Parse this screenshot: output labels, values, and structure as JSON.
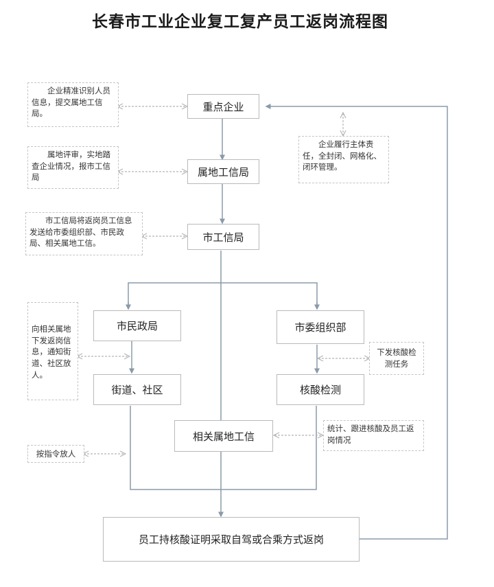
{
  "title": "长春市工业企业复工复产员工返岗流程图",
  "boxes": {
    "key_enterprise": "重点企业",
    "local_miit": "属地工信局",
    "city_miit": "市工信局",
    "civil_affairs": "市民政局",
    "org_dept": "市委组织部",
    "street_community": "街道、社区",
    "nucleic_test": "核酸检测",
    "related_miit": "相关属地工信",
    "return_final": "员工持核酸证明采取自驾或合乘方式返岗"
  },
  "notes": {
    "identify": "企业精准识别人员信息，提交属地工信局。",
    "review": "属地评审，实地踏查企业情况，报市工信局",
    "city_send": "市工信局将返岗员工信息发送给市委组织部、市民政局、相关属地工信。",
    "responsibility": "企业履行主体责任，全封闭、网格化、闭环管理。",
    "notify": "向相关属地下发返岗信息，通知街道、社区放人。",
    "test_task": "下发核酸检测任务",
    "statistics": "统计、跟进核酸及员工返岗情况",
    "release": "按指令放人"
  }
}
